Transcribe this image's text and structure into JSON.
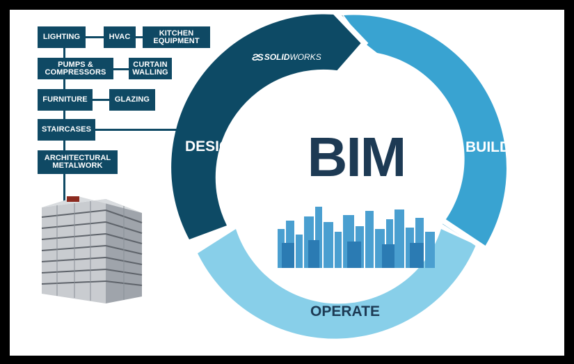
{
  "categories": [
    {
      "id": "lighting",
      "label": "LIGHTING"
    },
    {
      "id": "hvac",
      "label": "HVAC"
    },
    {
      "id": "kitchen",
      "label": "KITCHEN\nEQUIPMENT"
    },
    {
      "id": "pumps",
      "label": "PUMPS &\nCOMPRESSORS"
    },
    {
      "id": "curtain",
      "label": "CURTAIN\nWALLING"
    },
    {
      "id": "furniture",
      "label": "FURNITURE"
    },
    {
      "id": "glazing",
      "label": "GLAZING"
    },
    {
      "id": "staircases",
      "label": "STAIRCASES"
    },
    {
      "id": "metalwork",
      "label": "ARCHITECTURAL\nMETALWORK"
    }
  ],
  "cycle": {
    "center_title": "BIM",
    "stages": [
      {
        "label": "DESIGN",
        "color": "#0d4a65"
      },
      {
        "label": "BUILD",
        "color": "#39a3d1"
      },
      {
        "label": "OPERATE",
        "color": "#88cfe9"
      }
    ],
    "brand": {
      "name": "SOLIDWORKS",
      "prefix": "SOLID",
      "suffix": "WORKS",
      "logo": "ds-logo-icon"
    }
  },
  "colors": {
    "box": "#0f4964",
    "title": "#1d3a54",
    "skyline": "#4a9fd0"
  }
}
